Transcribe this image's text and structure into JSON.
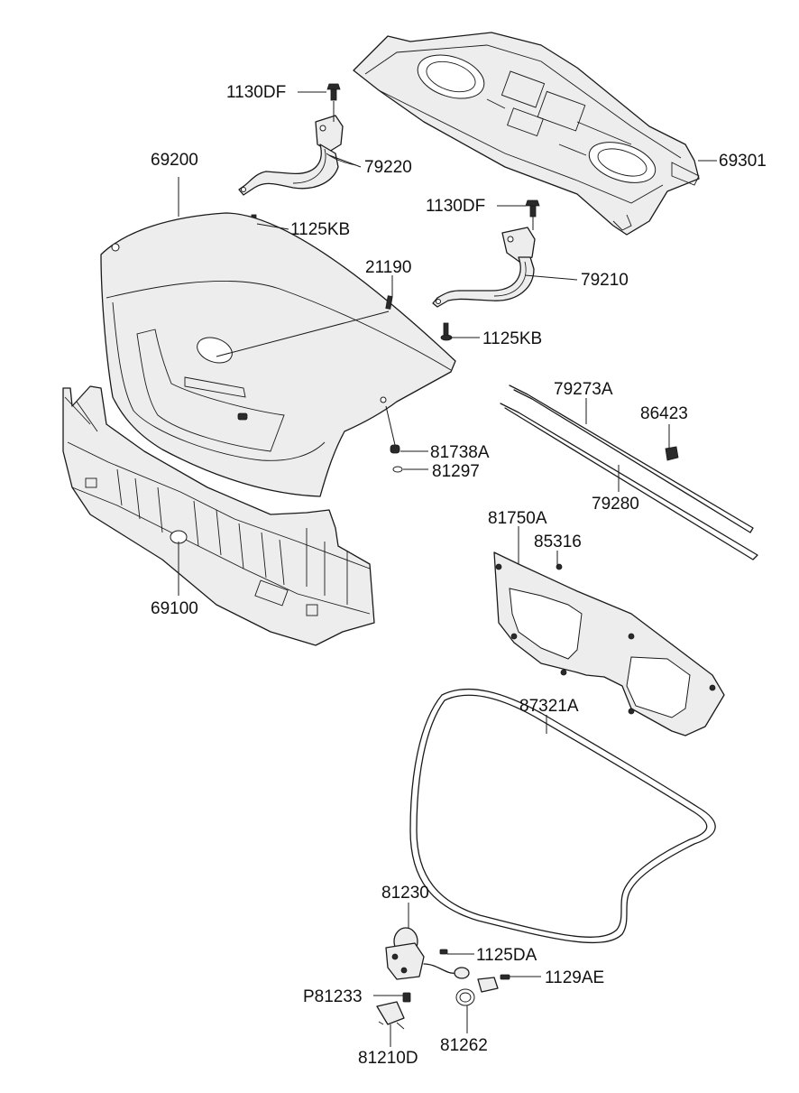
{
  "parts": [
    {
      "id": "p69301",
      "label": "69301"
    },
    {
      "id": "p1130df_a",
      "label": "1130DF"
    },
    {
      "id": "p79220",
      "label": "79220"
    },
    {
      "id": "p1125kb_a",
      "label": "1125KB"
    },
    {
      "id": "p69200",
      "label": "69200"
    },
    {
      "id": "p1130df_b",
      "label": "1130DF"
    },
    {
      "id": "p21190",
      "label": "21190"
    },
    {
      "id": "p79210",
      "label": "79210"
    },
    {
      "id": "p1125kb_b",
      "label": "1125KB"
    },
    {
      "id": "p79273a",
      "label": "79273A"
    },
    {
      "id": "p86423",
      "label": "86423"
    },
    {
      "id": "p81738a",
      "label": "81738A"
    },
    {
      "id": "p81297",
      "label": "81297"
    },
    {
      "id": "p79280",
      "label": "79280"
    },
    {
      "id": "p81750a",
      "label": "81750A"
    },
    {
      "id": "p85316",
      "label": "85316"
    },
    {
      "id": "p69100",
      "label": "69100"
    },
    {
      "id": "p87321a",
      "label": "87321A"
    },
    {
      "id": "p81230",
      "label": "81230"
    },
    {
      "id": "p1125da",
      "label": "1125DA"
    },
    {
      "id": "p1129ae",
      "label": "1129AE"
    },
    {
      "id": "p81233",
      "label": "P81233"
    },
    {
      "id": "p81262",
      "label": "81262"
    },
    {
      "id": "p81210d",
      "label": "81210D"
    }
  ]
}
